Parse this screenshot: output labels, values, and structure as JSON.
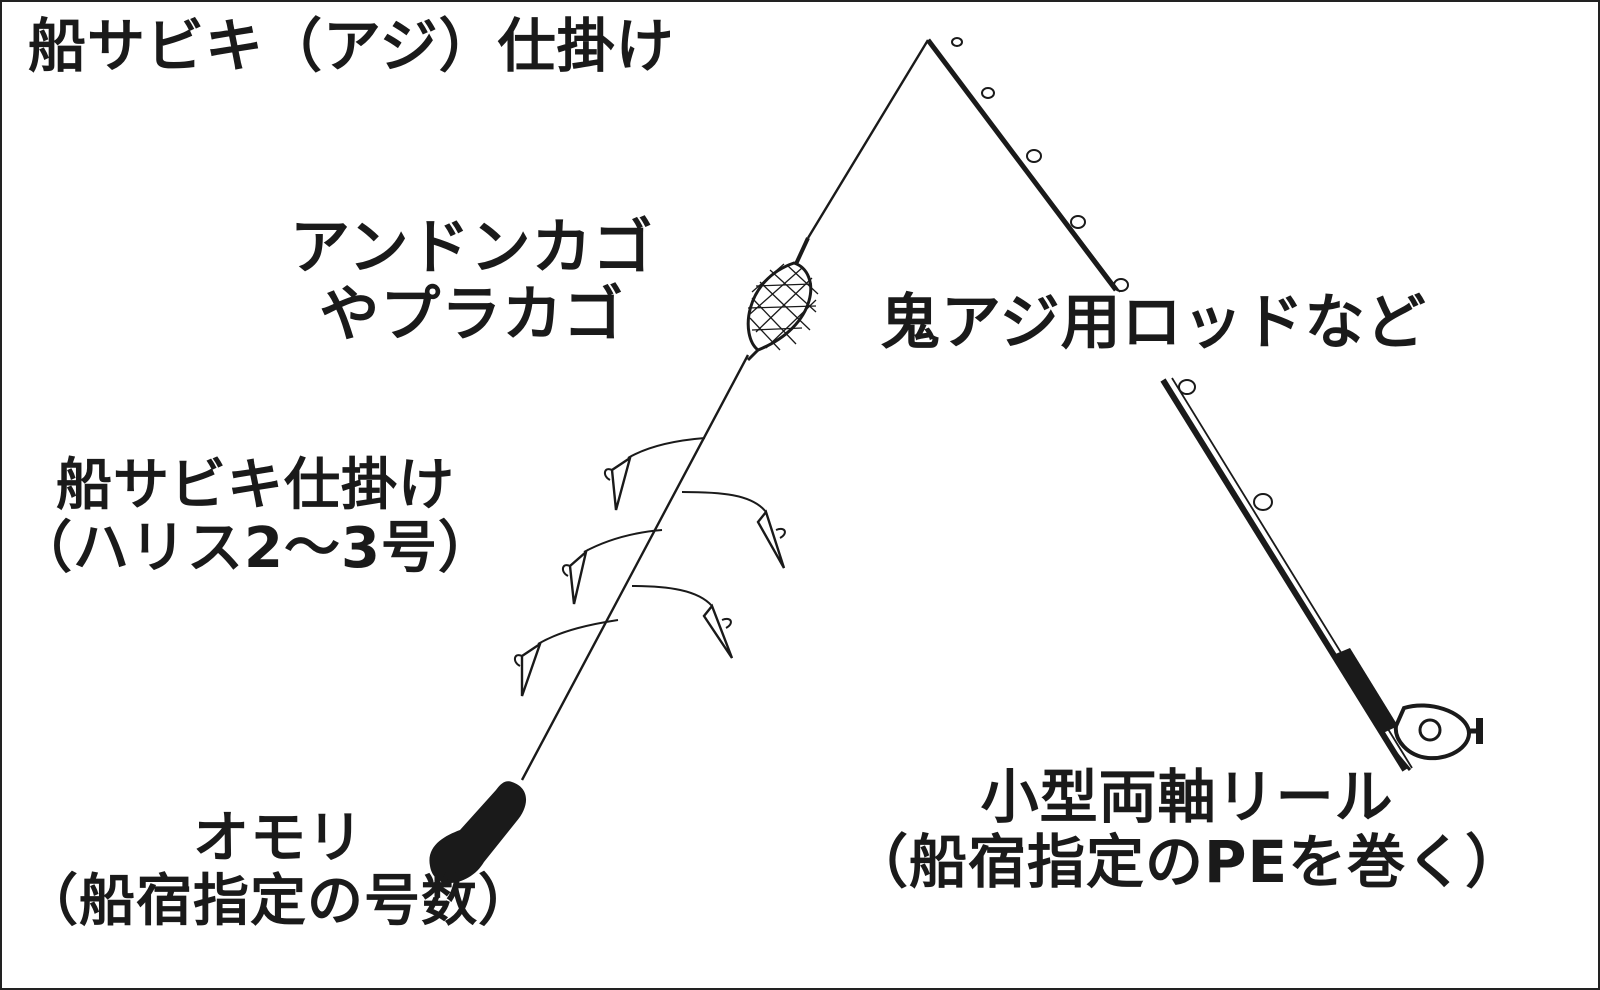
{
  "labels": {
    "title": "船サビキ（アジ）仕掛け",
    "cage": [
      "アンドンカゴ",
      "やプラカゴ"
    ],
    "rod": "鬼アジ用ロッドなど",
    "sabiki": [
      "船サビキ仕掛け",
      "（ハリス2～3号）"
    ],
    "weight": [
      "オモリ",
      "（船宿指定の号数）"
    ],
    "reel": [
      "小型両軸リール",
      "（船宿指定のPEを巻く）"
    ]
  },
  "icons": {
    "rod": "fishing-rod-icon",
    "line": "fishing-line",
    "cage": "bait-cage-icon",
    "hooks": "sabiki-hook-icon",
    "sinker": "sinker-icon",
    "reel": "reel-icon"
  },
  "colors": {
    "ink": "#1a1a1a",
    "frame": "#222222",
    "background": "#ffffff"
  }
}
